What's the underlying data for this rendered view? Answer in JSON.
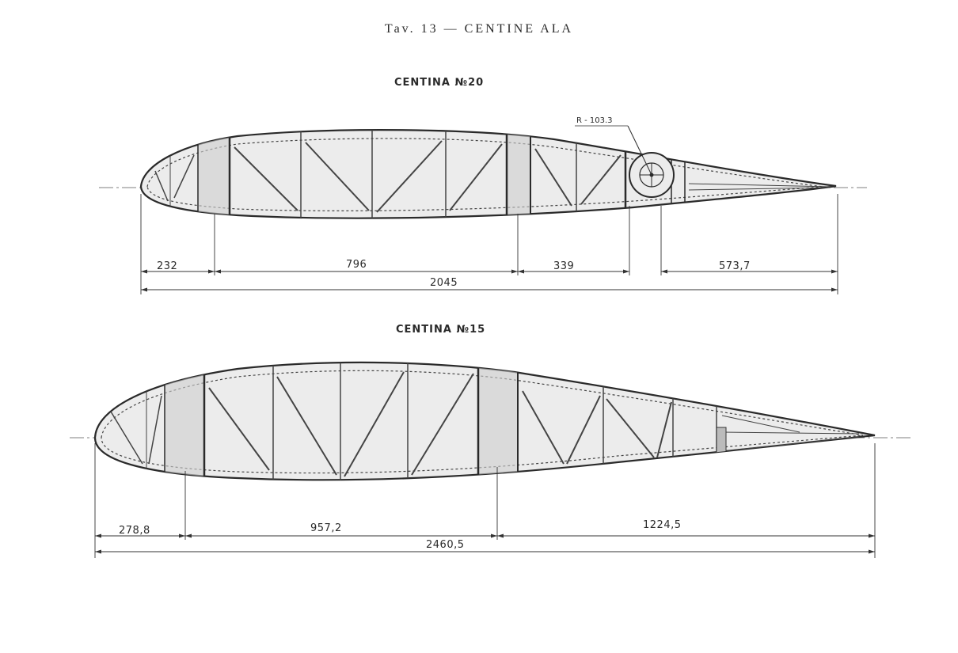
{
  "plate_title": "Tav. 13 — CENTINE ALA",
  "rib_20": {
    "title": "CENTINA №20",
    "radius_label": "R - 103.3",
    "dims": {
      "d1": "232",
      "d2": "796",
      "d3": "339",
      "d4": "573,7",
      "total": "2045"
    }
  },
  "rib_15": {
    "title": "CENTINA №15",
    "dims": {
      "d1": "278,8",
      "d2": "957,2",
      "d3": "1224,5",
      "total": "2460,5"
    }
  }
}
